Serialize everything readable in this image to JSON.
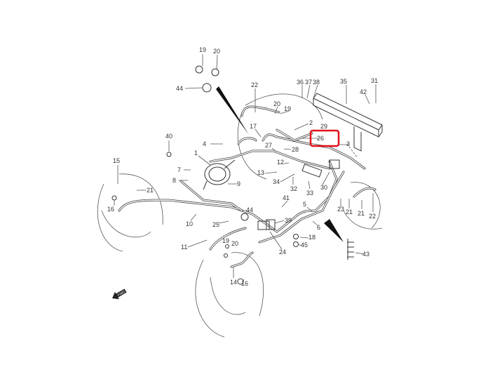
{
  "highlight_color": "#e0101a",
  "highlighted_part": "26",
  "direction_arrow": {
    "text": "FWD",
    "icon": "forward-arrow-icon"
  },
  "callouts": [
    {
      "label": "19"
    },
    {
      "label": "20"
    },
    {
      "label": "44"
    },
    {
      "label": "22"
    },
    {
      "label": "36"
    },
    {
      "label": "37"
    },
    {
      "label": "38"
    },
    {
      "label": "35"
    },
    {
      "label": "31"
    },
    {
      "label": "42"
    },
    {
      "label": "20"
    },
    {
      "label": "19"
    },
    {
      "label": "2"
    },
    {
      "label": "29"
    },
    {
      "label": "26"
    },
    {
      "label": "3"
    },
    {
      "label": "17"
    },
    {
      "label": "40"
    },
    {
      "label": "4"
    },
    {
      "label": "27"
    },
    {
      "label": "28"
    },
    {
      "label": "1"
    },
    {
      "label": "12"
    },
    {
      "label": "13"
    },
    {
      "label": "15"
    },
    {
      "label": "7"
    },
    {
      "label": "8"
    },
    {
      "label": "9"
    },
    {
      "label": "34"
    },
    {
      "label": "32"
    },
    {
      "label": "33"
    },
    {
      "label": "30"
    },
    {
      "label": "21"
    },
    {
      "label": "16"
    },
    {
      "label": "41"
    },
    {
      "label": "5"
    },
    {
      "label": "23"
    },
    {
      "label": "21"
    },
    {
      "label": "21"
    },
    {
      "label": "22"
    },
    {
      "label": "10"
    },
    {
      "label": "44"
    },
    {
      "label": "25"
    },
    {
      "label": "39"
    },
    {
      "label": "6"
    },
    {
      "label": "18"
    },
    {
      "label": "45"
    },
    {
      "label": "11"
    },
    {
      "label": "19"
    },
    {
      "label": "20"
    },
    {
      "label": "24"
    },
    {
      "label": "43"
    },
    {
      "label": "14"
    },
    {
      "label": "16"
    }
  ]
}
